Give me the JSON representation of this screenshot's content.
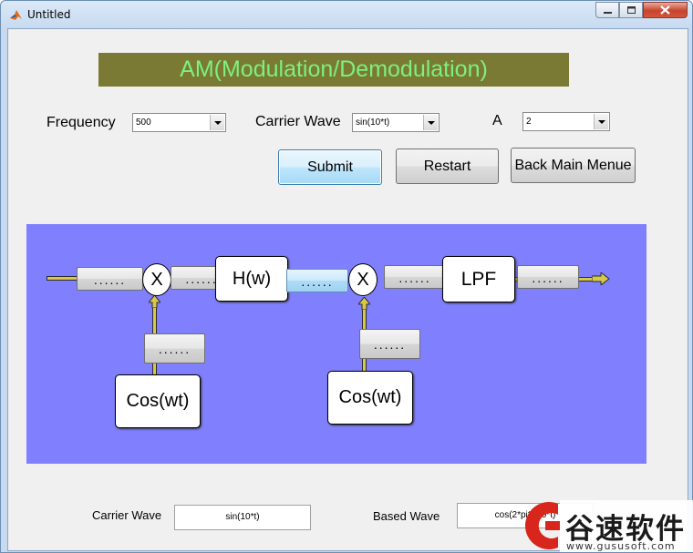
{
  "window": {
    "title": "Untitled"
  },
  "banner": {
    "title": "AM(Modulation/Demodulation)"
  },
  "controls": {
    "frequency_label": "Frequency",
    "frequency_value": "500",
    "carrier_wave_label": "Carrier Wave",
    "carrier_wave_value": "sin(10*t)",
    "a_label": "A",
    "a_value": "2"
  },
  "buttons": {
    "submit": "Submit",
    "restart": "Restart",
    "back": "Back Main Menue"
  },
  "diagram": {
    "placeholder": "......",
    "multiplier_symbol": "X",
    "filter_hw": "H(w)",
    "filter_lpf": "LPF",
    "cos_label": "Cos(wt)"
  },
  "bottom": {
    "carrier_wave_label": "Carrier Wave",
    "carrier_wave_value": "sin(10*t)",
    "based_wave_label": "Based Wave",
    "based_wave_value": "cos(2*pi*500*t)"
  },
  "watermark": {
    "text": "谷速软件",
    "url": "www.gususoft.com"
  },
  "colors": {
    "banner_bg": "#7a7a35",
    "banner_text": "#7df07d",
    "diagram_bg": "#8080ff",
    "signal_line": "#d8c84a",
    "watermark_red": "#d9261c"
  }
}
